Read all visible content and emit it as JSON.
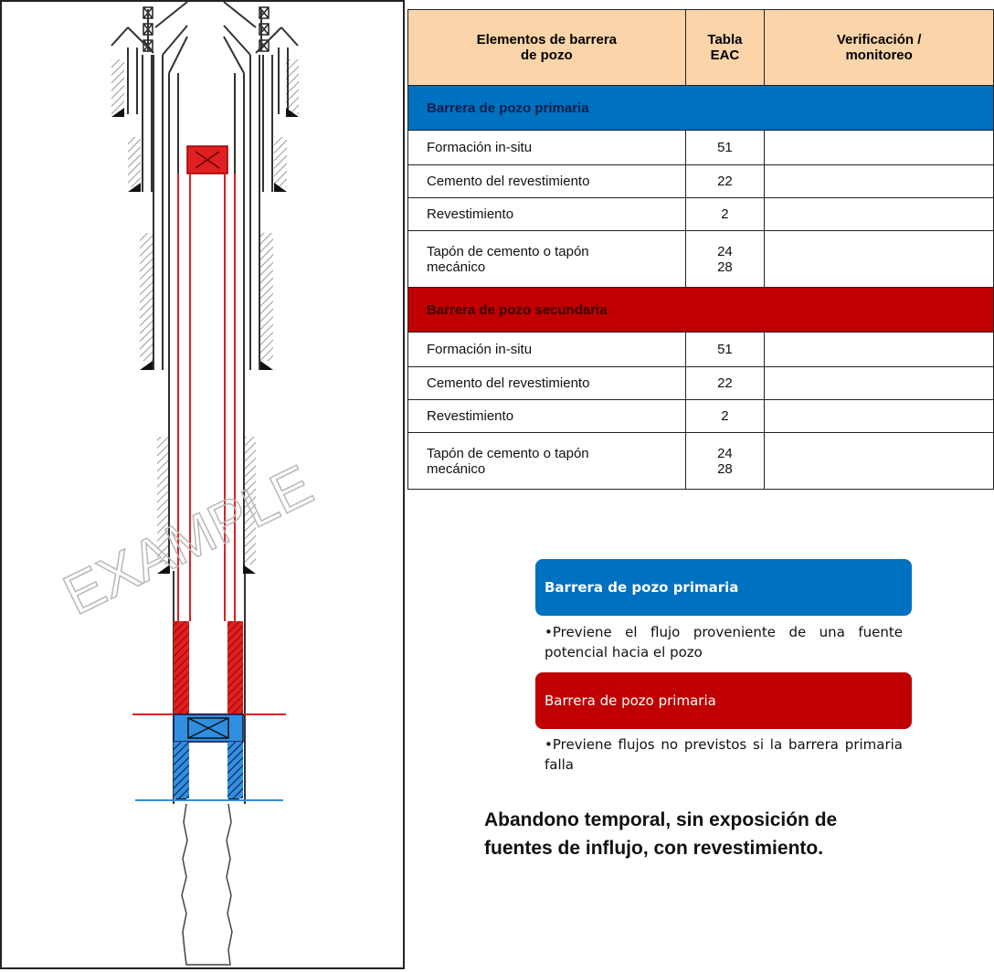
{
  "watermark": "EXAMPLE",
  "table": {
    "headers": {
      "elements": [
        "Elementos de barrera",
        "de pozo"
      ],
      "eac": [
        "Tabla",
        "EAC"
      ],
      "verification": [
        "Verificación /",
        "monitoreo"
      ]
    },
    "primary": {
      "title": "Barrera de pozo  primaria",
      "rows": [
        {
          "element": "Formación in-situ",
          "eac": [
            "51"
          ]
        },
        {
          "element": "Cemento del revestimiento",
          "eac": [
            "22"
          ]
        },
        {
          "element": "Revestimiento",
          "eac": [
            "2"
          ]
        },
        {
          "element": [
            "Tapón de cemento o tapón",
            "mecánico"
          ],
          "eac": [
            "24",
            "28"
          ]
        }
      ]
    },
    "secondary": {
      "title": "Barrera de pozo  secundaria",
      "rows": [
        {
          "element": "Formación in-situ",
          "eac": [
            "51"
          ]
        },
        {
          "element": "Cemento del revestimiento",
          "eac": [
            "22"
          ]
        },
        {
          "element": "Revestimiento",
          "eac": [
            "2"
          ]
        },
        {
          "element": [
            "Tapón de cemento o tapón",
            "mecánico"
          ],
          "eac": [
            "24",
            "28"
          ]
        }
      ]
    }
  },
  "legend": {
    "primary": {
      "label": "Barrera de pozo primaria",
      "color": "#0070c0",
      "description": "•Previene el flujo proveniente de una fuente potencial hacia el pozo"
    },
    "secondary": {
      "label": "Barrera de pozo primaria",
      "color": "#c00000",
      "description": "•Previene flujos no previstos si la barrera primaria falla"
    }
  },
  "caption": [
    "Abandono temporal, sin exposición de",
    "fuentes de influjo, con revestimiento."
  ],
  "colors": {
    "header": "#fbd4a9",
    "primary": "#0070c0",
    "secondary": "#c00000"
  }
}
